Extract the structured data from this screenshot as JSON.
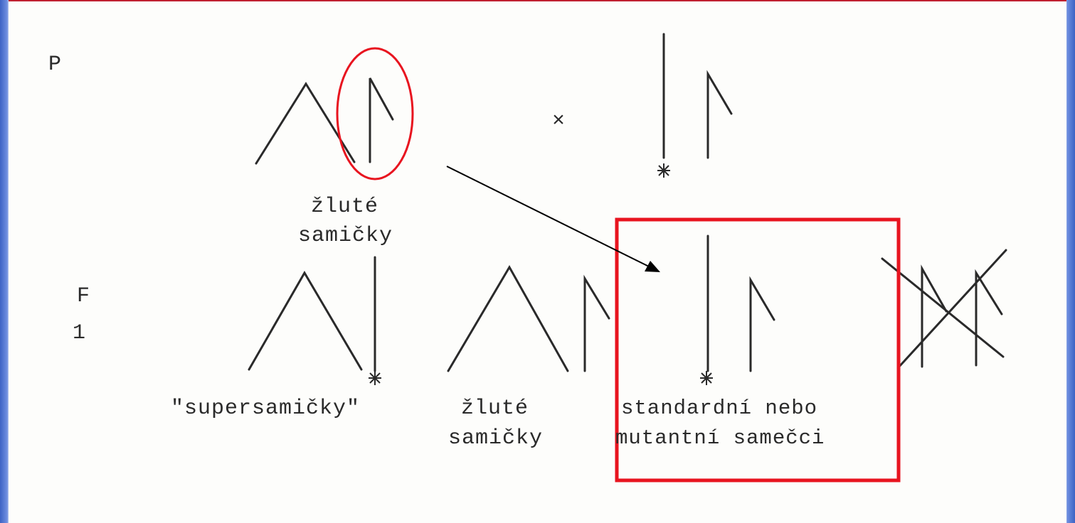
{
  "generations": {
    "parental": "P",
    "f1_letter": "F",
    "f1_index": "1"
  },
  "parental": {
    "cross_symbol": "×",
    "female_label_line1": "žluté",
    "female_label_line2": "samičky"
  },
  "f1": {
    "group1_label": "\"supersamičky\"",
    "group2_label_line1": "žluté",
    "group2_label_line2": "samičky",
    "group3_label_line1": "standardní nebo",
    "group3_label_line2": "mutantní samečci"
  },
  "colors": {
    "highlight": "#e8141f",
    "ink": "#2a2a2a",
    "arrow": "#000000"
  },
  "icons": {
    "attached_marker": "asterisk",
    "eliminated_group": "cross-out"
  }
}
